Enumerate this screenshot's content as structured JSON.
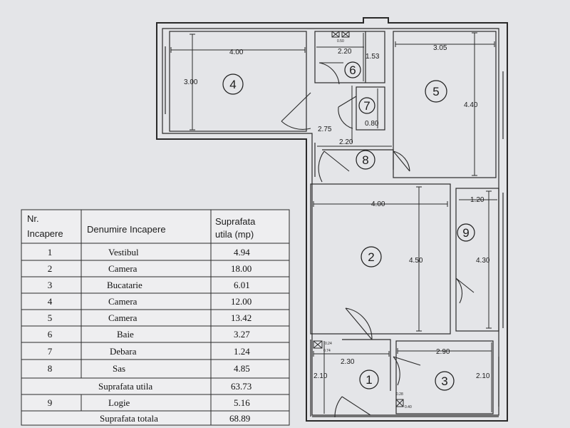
{
  "rooms": [
    {
      "num": "1",
      "name": "Vestibul",
      "area": "4.94"
    },
    {
      "num": "2",
      "name": "Camera",
      "area": "18.00"
    },
    {
      "num": "3",
      "name": "Bucatarie",
      "area": "6.01"
    },
    {
      "num": "4",
      "name": "Camera",
      "area": "12.00"
    },
    {
      "num": "5",
      "name": "Camera",
      "area": "13.42"
    },
    {
      "num": "6",
      "name": "Baie",
      "area": "3.27"
    },
    {
      "num": "7",
      "name": "Debara",
      "area": "1.24"
    },
    {
      "num": "8",
      "name": "Sas",
      "area": "4.85"
    },
    {
      "num": "9",
      "name": "Logie",
      "area": "5.16"
    }
  ],
  "table": {
    "header": {
      "nr_line1": "Nr.",
      "nr_line2": "Incapere",
      "name": "Denumire Incapere",
      "area_line1": "Suprafata",
      "area_line2": "utila (mp)"
    },
    "subtotal_label": "Suprafata utila",
    "subtotal_value": "63.73",
    "total_label": "Suprafata totala",
    "total_value": "68.89"
  },
  "dimensions": {
    "r4_w": "4.00",
    "r4_h": "3.00",
    "r6_w": "2.20",
    "r6_h": "1.53",
    "r5_w": "3.05",
    "r5_h": "4.40",
    "hall_h": "2.75",
    "r7_h": "0.80",
    "r8_w": "2.20",
    "r2_w": "4.00",
    "r2_h": "4.50",
    "r9_w": "1.20",
    "r9_h": "4.30",
    "r1_w": "2.30",
    "r1_h": "2.10",
    "r3_w": "2.90",
    "r3_h": "2.10"
  },
  "fixture_labels": {
    "a": "0.50",
    "b": "0.24",
    "c": "0.74",
    "d": "0.28",
    "e": "0.40"
  }
}
